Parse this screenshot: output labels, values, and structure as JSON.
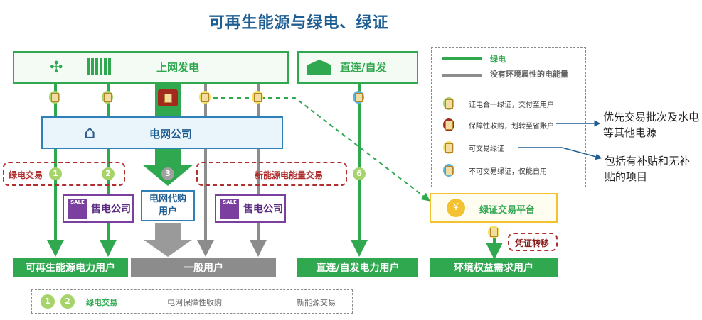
{
  "title": "可再生能源与绿电、绿证",
  "top": {
    "grid_gen": "上网发电",
    "direct": "直连/自发"
  },
  "grid_company": "电网公司",
  "trade_labels": {
    "green": "绿电交易",
    "new_energy": "新能源电能量交易"
  },
  "numbers": [
    "1",
    "2",
    "3",
    "6"
  ],
  "sales_company": "售电公司",
  "sales_badge": "SALE",
  "agency": "电网代购用户",
  "platform": "绿证交易平台",
  "transfer": "凭证转移",
  "bottom": {
    "renewable_users": "可再生能源电力用户",
    "general_users": "一般用户",
    "direct_users": "直连/自发电力用户",
    "env_users": "环境权益需求用户"
  },
  "legend": {
    "green_line": "绿电",
    "gray_line": "没有环境属性的电能量",
    "items": [
      "证电合一绿证，交付至用户",
      "保障性收购，划转至省账户",
      "可交易绿证",
      "不可交易绿证，仅能自用"
    ]
  },
  "side_notes": [
    "优先交易批次及水电等其他电源",
    "包括有补贴和无补贴的项目"
  ],
  "bottom_legend": {
    "nums": [
      "1",
      "2"
    ],
    "green": "绿电交易",
    "guarantee": "电网保障性收购",
    "new_energy": "新能源交易"
  },
  "colors": {
    "green": "#2fa84f",
    "gray": "#8c8c8c",
    "blue": "#2f7fb8",
    "red": "#b03030",
    "purple": "#7b3fa0",
    "yellow": "#f2c230"
  }
}
